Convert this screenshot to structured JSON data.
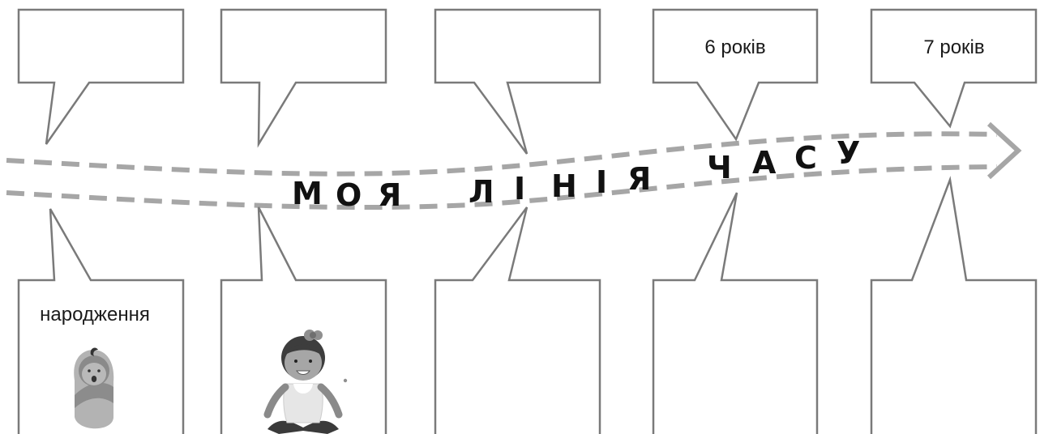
{
  "title": "МОЯ ЛІНІЯ ЧАСУ",
  "top_bubbles": [
    {
      "label": ""
    },
    {
      "label": ""
    },
    {
      "label": ""
    },
    {
      "label": "6  років"
    },
    {
      "label": "7  років"
    }
  ],
  "bottom_bubbles": [
    {
      "label": "народження",
      "picture": "baby-icon"
    },
    {
      "label": "",
      "picture": "toddler-girl-icon"
    },
    {
      "label": ""
    },
    {
      "label": ""
    },
    {
      "label": ""
    }
  ],
  "colors": {
    "outline": "#7a7a7a",
    "dashed_arrow": "#a6a6a6",
    "text": "#111111"
  }
}
